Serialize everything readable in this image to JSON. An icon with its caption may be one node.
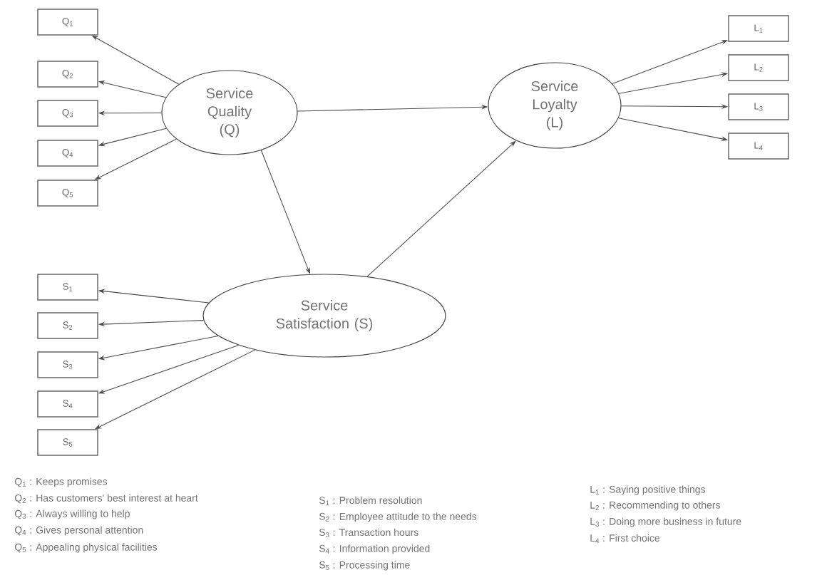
{
  "diagram": {
    "nodes": [
      {
        "text": [
          "Service Quality (Q)"
        ]
      },
      {
        "text": [
          "Service Loyalty (L)"
        ]
      },
      {
        "text": [
          "Service Satisfaction (S)"
        ]
      },
      {
        "text": [
          "Q$_{1}$"
        ]
      },
      {
        "text": [
          "Q$_{2}$"
        ]
      },
      {
        "text": [
          "Q$_{3}$"
        ]
      },
      {
        "text": [
          "Q$_{4}$"
        ]
      },
      {
        "text": [
          "Q$_{5}$"
        ]
      },
      {
        "text": [
          "L$_{1}$"
        ]
      },
      {
        "text": [
          "L$_{2}$"
        ]
      },
      {
        "text": [
          "L$_{3}$"
        ]
      },
      {
        "text": [
          "L$_{4}$"
        ]
      },
      {
        "text": [
          "S$_{1}$"
        ]
      },
      {
        "text": [
          "S$_{2}$"
        ]
      },
      {
        "text": [
          "S$_{3}$"
        ]
      },
      {
        "text": [
          "S$_{4}$"
        ]
      },
      {
        "text": [
          "S$_{5}$"
        ]
      }
    ],
    "edges": [
      {
        "from": 0,
        "to": 3,
        "arrow": "to"
      },
      {
        "from": 0,
        "to": 4,
        "arrow": "to"
      },
      {
        "from": 0,
        "to": 5,
        "arrow": "to"
      },
      {
        "from": 0,
        "to": 6,
        "arrow": "to"
      },
      {
        "from": 0,
        "to": 7,
        "arrow": "to"
      },
      {
        "from": 0,
        "to": 1,
        "arrow": "to"
      },
      {
        "from": 1,
        "to": 8,
        "arrow": "to"
      },
      {
        "from": 1,
        "to": 9,
        "arrow": "to"
      },
      {
        "from": 1,
        "to": 10,
        "arrow": "to"
      },
      {
        "from": 1,
        "to": 11,
        "arrow": "to"
      },
      {
        "from": 0,
        "to": 2,
        "arrow": "to"
      },
      {
        "from": 2,
        "to": 12,
        "arrow": "to"
      },
      {
        "from": 2,
        "to": 13,
        "arrow": "to"
      },
      {
        "from": 2,
        "to": 14,
        "arrow": "to"
      },
      {
        "from": 2,
        "to": 15,
        "arrow": "to"
      },
      {
        "from": 2,
        "to": 16,
        "arrow": "to"
      },
      {
        "from": 2,
        "to": 1,
        "arrow": "to"
      }
    ],
    "labels": [
      "Q$_{1}$ : Keeps promises",
      "Q$_{2}$ : Has customers' best interest at heart",
      "Q$_{3}$ : Always willing to help",
      "Q$_{4}$ : Gives personal attention",
      "Q$_{5}$ : Appealing physical facilities",
      "S$_{1}$ : Problem resolution",
      "S$_{2}$ : Employee attitude to the needs",
      "S$_{3}$ : Transaction hours",
      "S$_{4}$ : Information provided",
      "S$_{5}$ : Processing time",
      "L$_{1}$ : Saying positive things",
      "L$_{2}$ : Recommending to others",
      "L$_{3}$ : Doing more business in future",
      "L$_{4}$ : First choice"
    ]
  }
}
